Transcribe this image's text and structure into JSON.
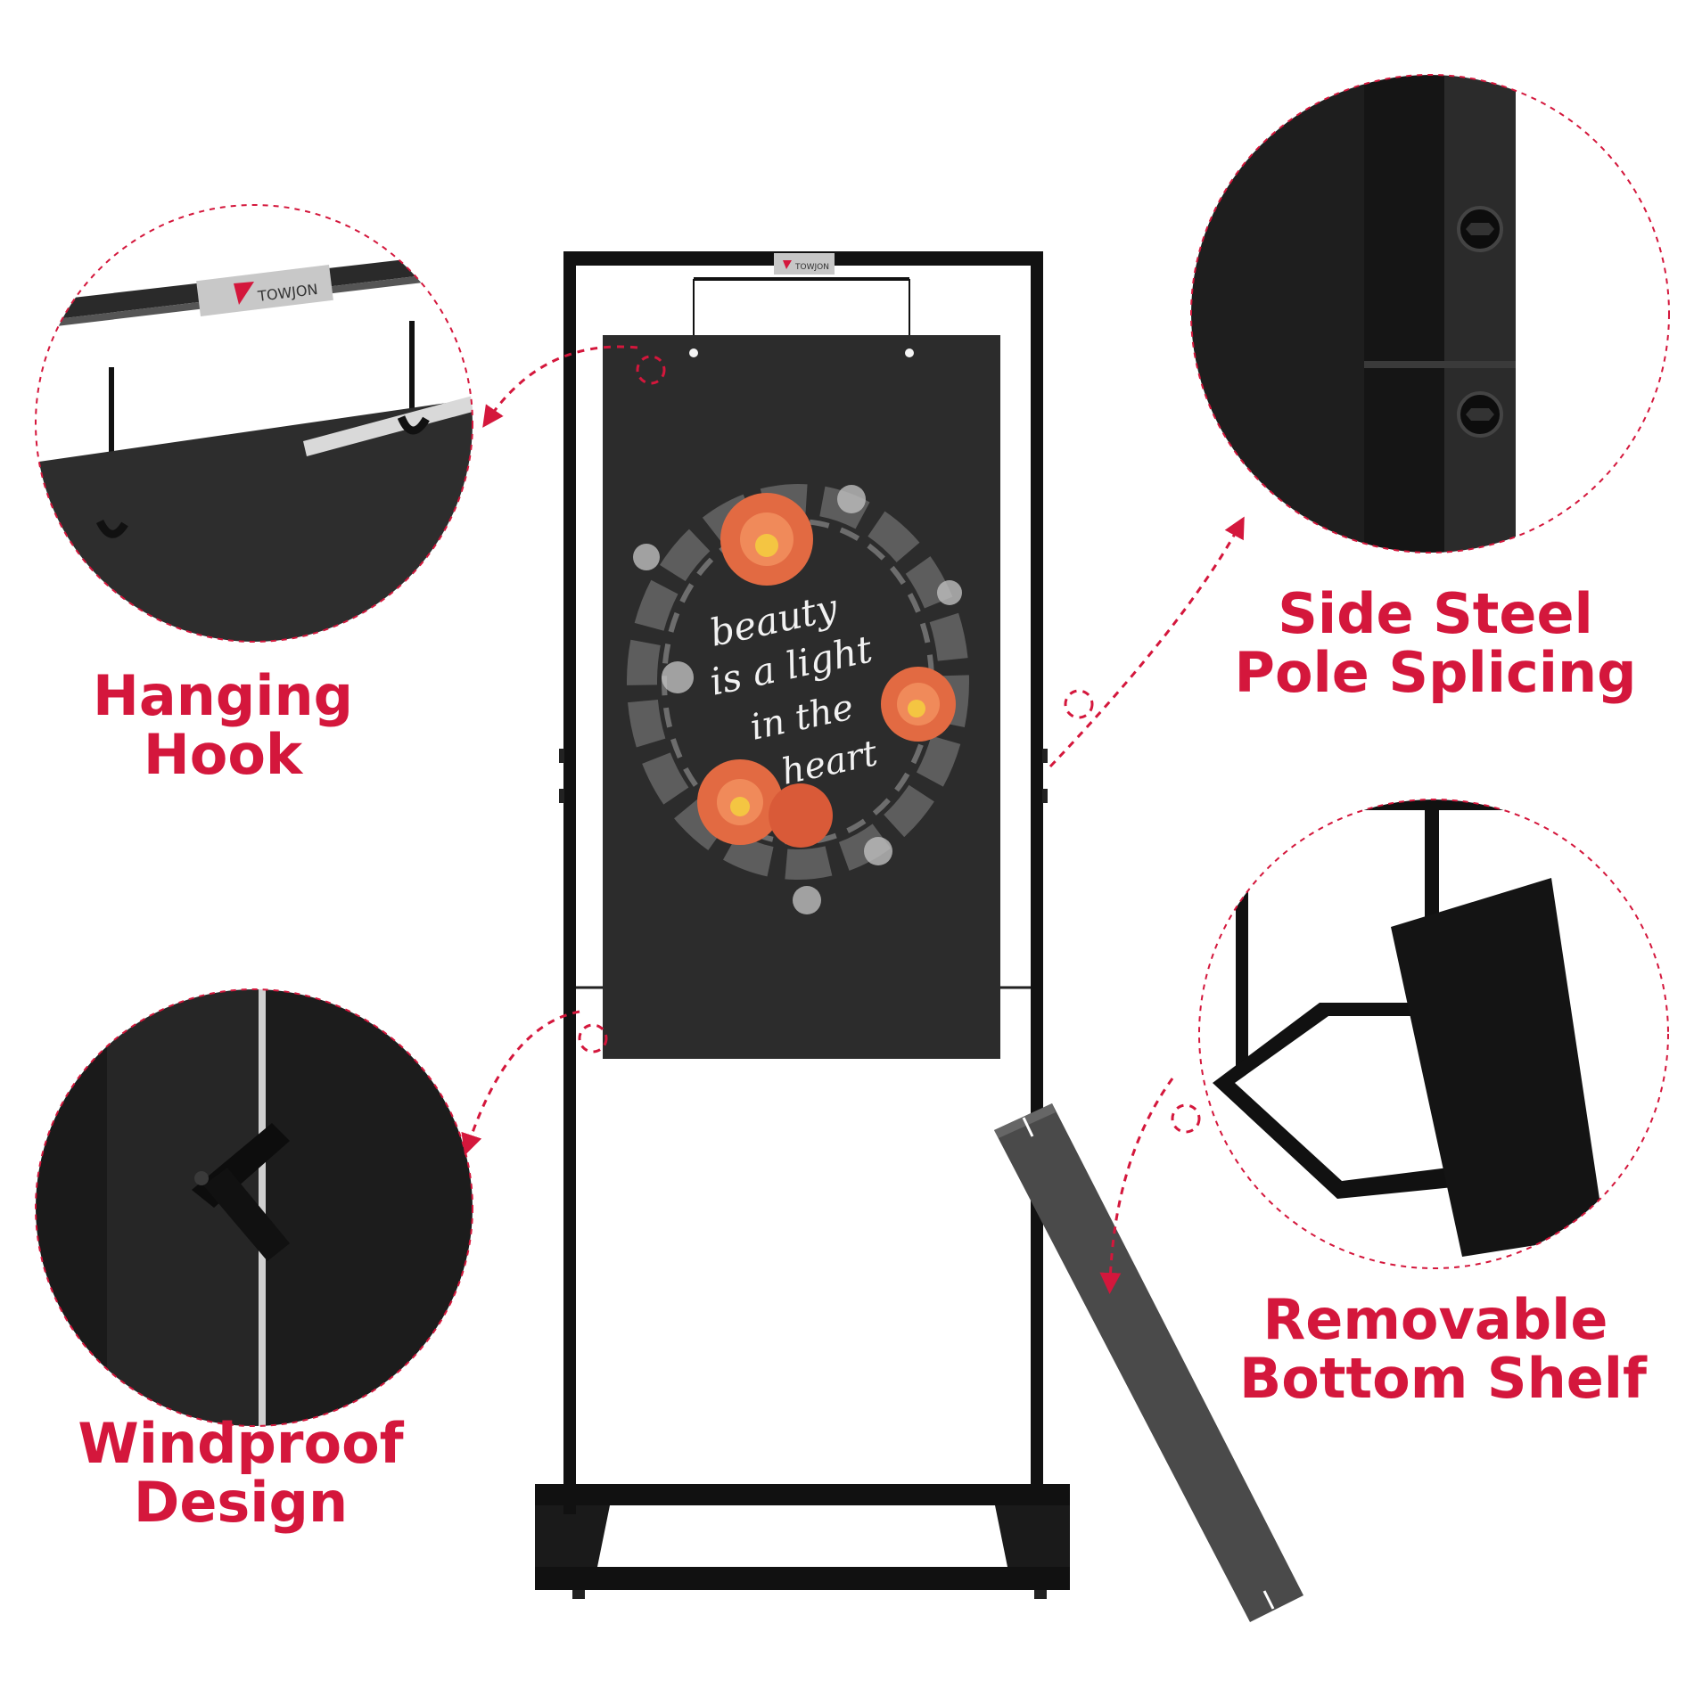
{
  "brand": {
    "logo_text": "TOWJON",
    "accent_color": "#d4173c"
  },
  "sign": {
    "text_lines": [
      "beauty",
      "is a light",
      "in the",
      "heart"
    ]
  },
  "features": [
    {
      "lines": [
        "Hanging",
        "Hook"
      ],
      "icon": "hanging-hook-closeup-icon"
    },
    {
      "lines": [
        "Side Steel",
        "Pole Splicing"
      ],
      "icon": "pole-splicing-closeup-icon"
    },
    {
      "lines": [
        "Windproof",
        "Design"
      ],
      "icon": "windproof-latch-closeup-icon"
    },
    {
      "lines": [
        "Removable",
        "Bottom Shelf"
      ],
      "icon": "bottom-shelf-closeup-icon"
    }
  ]
}
